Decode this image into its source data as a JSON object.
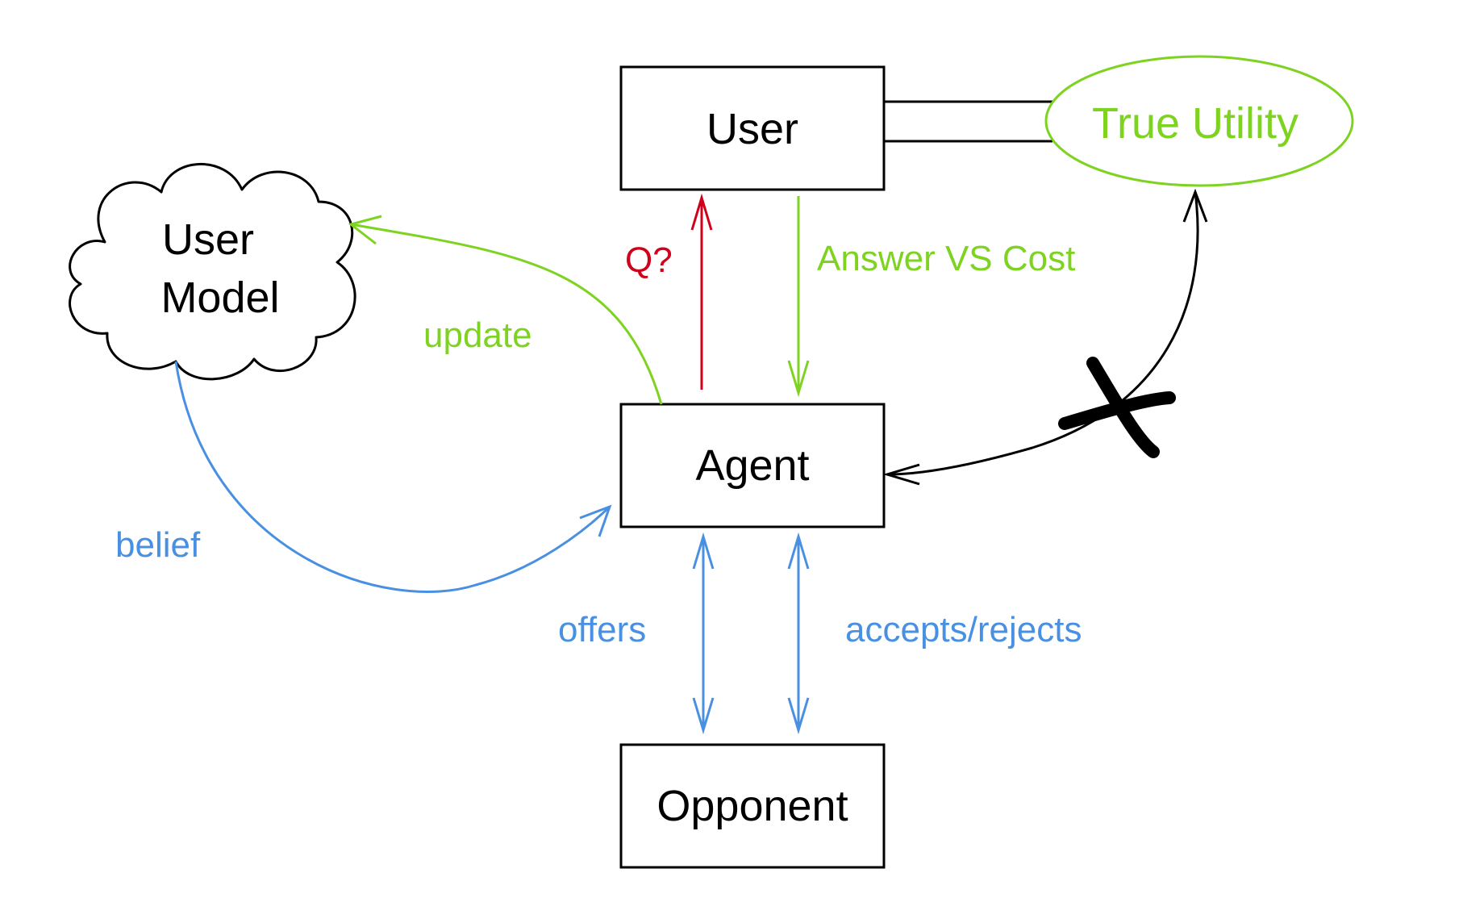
{
  "colors": {
    "black": "#000000",
    "green": "#7ed321",
    "red": "#d0021b",
    "blue": "#4a90e2"
  },
  "nodes": {
    "user": "User",
    "agent": "Agent",
    "opponent": "Opponent",
    "true_utility": "True Utility",
    "user_model_line1": "User",
    "user_model_line2": "Model"
  },
  "edges": {
    "query": "Q?",
    "answer_vs_cost": "Answer VS Cost",
    "update": "update",
    "belief": "belief",
    "offers": "offers",
    "accepts_rejects": "accepts/rejects"
  }
}
